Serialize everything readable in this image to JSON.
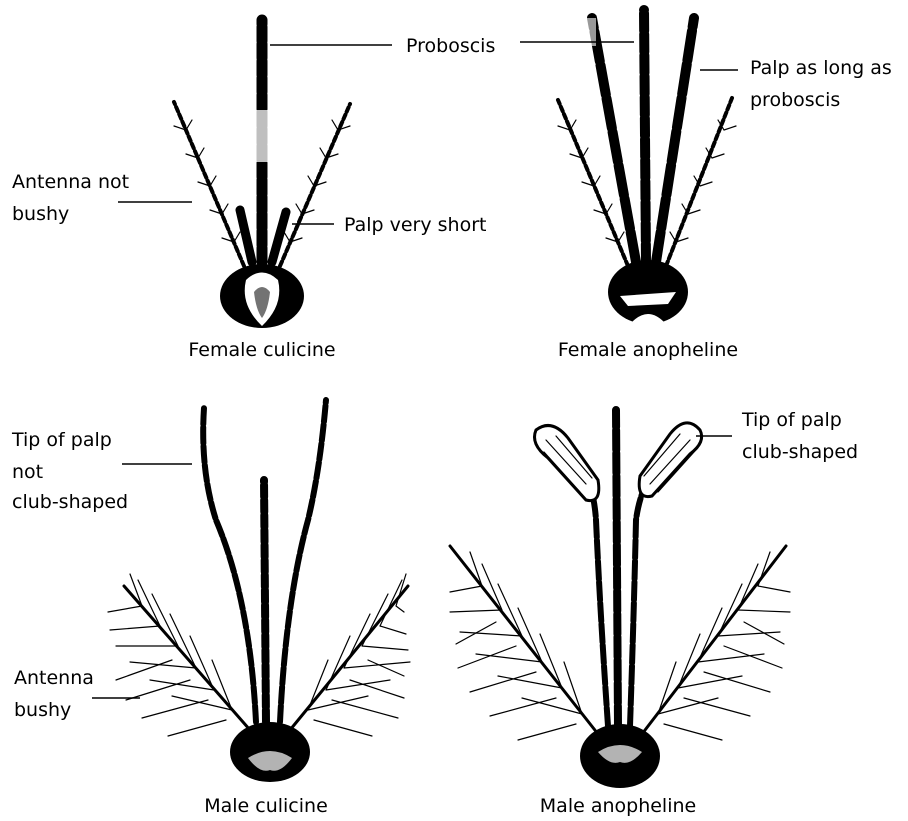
{
  "figure": {
    "panels": [
      {
        "caption": "Female culicine",
        "labels": {
          "proboscis": "Proboscis",
          "antenna": [
            "Antenna not",
            "bushy"
          ],
          "palp": "Palp very short"
        }
      },
      {
        "caption": "Female anopheline",
        "labels": {
          "palp": [
            "Palp as long as",
            "proboscis"
          ]
        }
      },
      {
        "caption": "Male culicine",
        "labels": {
          "palp_tip": [
            "Tip of palp",
            "not",
            "club-shaped"
          ],
          "antenna": [
            "Antenna",
            "bushy"
          ]
        }
      },
      {
        "caption": "Male anopheline",
        "labels": {
          "palp_tip": [
            "Tip of palp",
            "club-shaped"
          ]
        }
      }
    ]
  }
}
